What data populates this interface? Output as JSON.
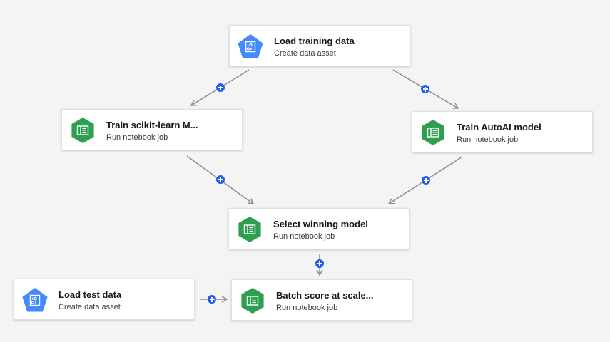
{
  "colors": {
    "canvas_bg": "#f4f4f4",
    "connector": "#8d8d8d",
    "add_button": "#1f5cf0",
    "data_asset_icon": "#4589ff",
    "notebook_icon": "#2e9e4f"
  },
  "nodes": [
    {
      "id": "load-training-data",
      "title": "Load training data",
      "subtitle": "Create data asset",
      "icon": "data-asset-icon"
    },
    {
      "id": "train-scikit-learn",
      "title": "Train scikit-learn M...",
      "subtitle": "Run notebook job",
      "icon": "notebook-icon"
    },
    {
      "id": "train-autoai",
      "title": "Train AutoAI model",
      "subtitle": "Run notebook job",
      "icon": "notebook-icon"
    },
    {
      "id": "select-winning-model",
      "title": "Select winning model",
      "subtitle": "Run notebook job",
      "icon": "notebook-icon"
    },
    {
      "id": "load-test-data",
      "title": "Load test data",
      "subtitle": "Create data asset",
      "icon": "data-asset-icon"
    },
    {
      "id": "batch-score",
      "title": "Batch score at scale...",
      "subtitle": "Run notebook job",
      "icon": "notebook-icon"
    }
  ],
  "links": [
    {
      "from": "load-training-data",
      "to": "train-scikit-learn",
      "add_icon": "plus-icon"
    },
    {
      "from": "load-training-data",
      "to": "train-autoai",
      "add_icon": "plus-icon"
    },
    {
      "from": "train-scikit-learn",
      "to": "select-winning-model",
      "add_icon": "plus-icon"
    },
    {
      "from": "train-autoai",
      "to": "select-winning-model",
      "add_icon": "plus-icon"
    },
    {
      "from": "select-winning-model",
      "to": "batch-score",
      "add_icon": "plus-icon"
    },
    {
      "from": "load-test-data",
      "to": "batch-score",
      "add_icon": "plus-icon"
    }
  ]
}
